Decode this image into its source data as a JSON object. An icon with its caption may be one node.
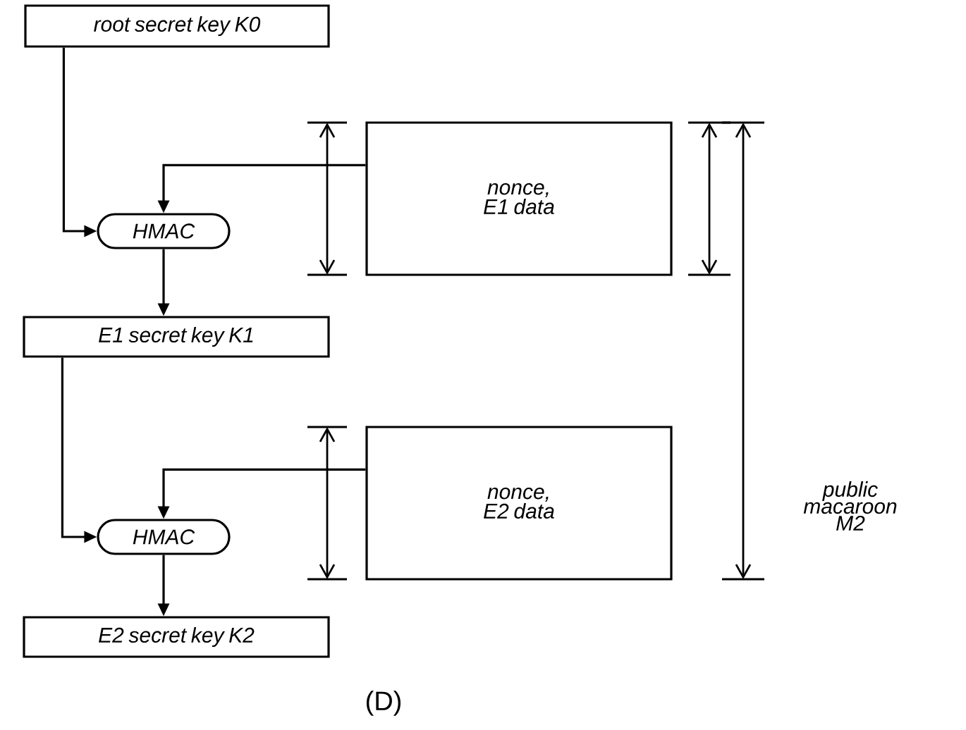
{
  "diagram": {
    "caption": "(D)",
    "nodes": [
      {
        "text": [
          "root secret key K0"
        ]
      },
      {
        "text": [
          "HMAC"
        ]
      },
      {
        "text": [
          "nonce, E1 data"
        ]
      },
      {
        "text": [
          "E1 secret key K1"
        ]
      },
      {
        "text": [
          "HMAC"
        ]
      },
      {
        "text": [
          "nonce, E2 data"
        ]
      },
      {
        "text": [
          "E2 secret key K2"
        ]
      }
    ],
    "edges": [
      {
        "from": 0,
        "to": 1,
        "arrow": "to"
      },
      {
        "from": 2,
        "to": 1,
        "arrow": "to"
      },
      {
        "from": 1,
        "to": 3,
        "arrow": "to"
      },
      {
        "from": 3,
        "to": 4,
        "arrow": "to"
      },
      {
        "from": 5,
        "to": 4,
        "arrow": "to"
      },
      {
        "from": 4,
        "to": 6,
        "arrow": "to"
      }
    ],
    "labels": [
      "public macaroon M2"
    ]
  }
}
